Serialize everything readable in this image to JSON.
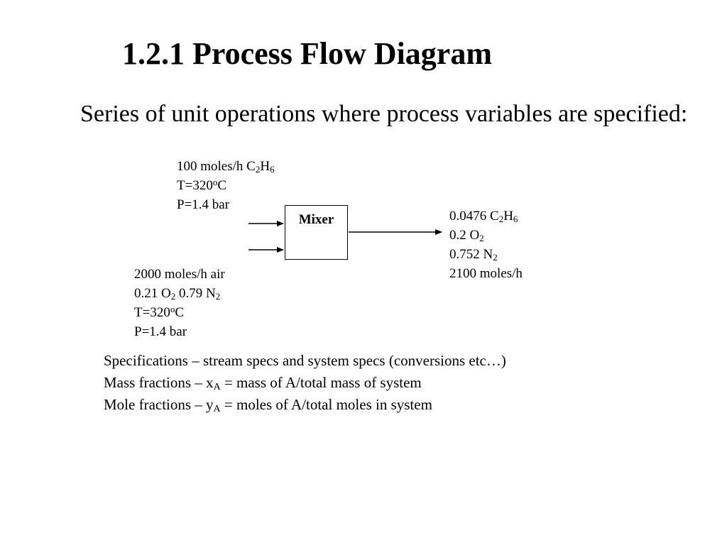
{
  "title": "1.2.1 Process Flow Diagram",
  "intro": "Series of unit operations where process variables are specified:",
  "feed1": {
    "flow_prefix": "100 moles/h C",
    "flow_sub1": "2",
    "flow_mid": "H",
    "flow_sub2": "6",
    "temp_prefix": "T=320",
    "temp_sup": "o",
    "temp_unit": "C",
    "pressure": "P=1.4 bar"
  },
  "feed2": {
    "flow": "2000 moles/h air",
    "comp_a": "0.21 O",
    "comp_a_sub": "2",
    "comp_b": " 0.79 N",
    "comp_b_sub": "2",
    "temp_prefix": "T=320",
    "temp_sup": "o",
    "temp_unit": "C",
    "pressure": "P=1.4 bar"
  },
  "mixer": {
    "label": "Mixer"
  },
  "product": {
    "c2h6_prefix": "0.0476 C",
    "c2h6_sub1": "2",
    "c2h6_mid": "H",
    "c2h6_sub2": "6",
    "o2": "0.2 O",
    "o2_sub": "2",
    "n2": "0.752 N",
    "n2_sub": "2",
    "total": "2100 moles/h"
  },
  "specs": {
    "line1": "Specifications – stream specs and system specs (conversions etc…)",
    "line2_a": "Mass fractions – x",
    "line2_sub": "A",
    "line2_b": " = mass of A/total mass of system",
    "line3_a": "Mole fractions – y",
    "line3_sub": "A",
    "line3_b": " = moles of A/total moles in system"
  }
}
